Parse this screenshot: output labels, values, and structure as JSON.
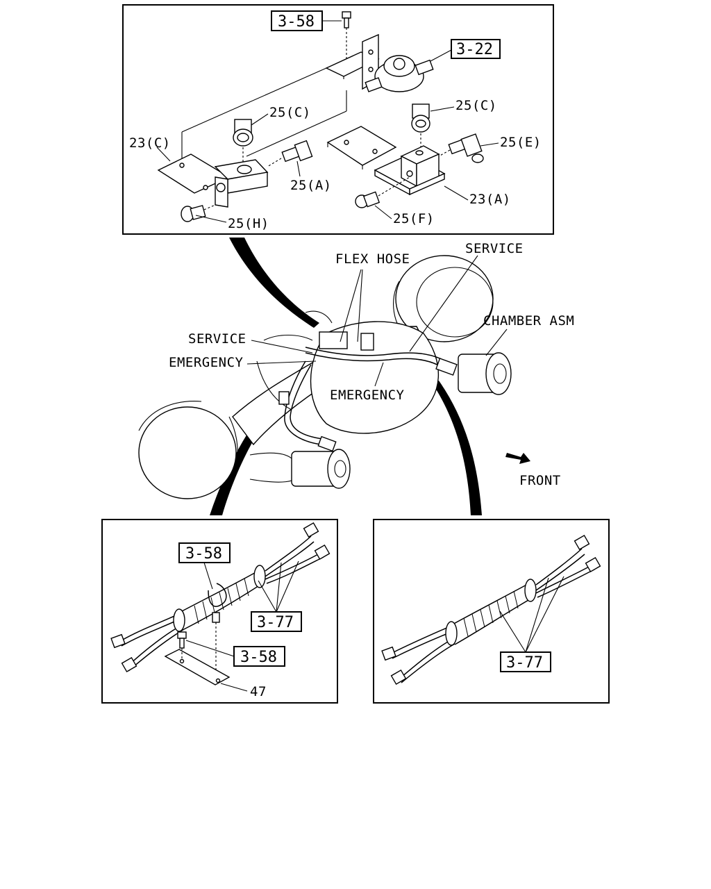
{
  "top_panel": {
    "ref_bolt": "3-58",
    "ref_bracket": "3-22",
    "label_25c_a": "25(C)",
    "label_25c_b": "25(C)",
    "label_23c": "23(C)",
    "label_25a": "25(A)",
    "label_25e": "25(E)",
    "label_23a": "23(A)",
    "label_25h": "25(H)",
    "label_25f": "25(F)"
  },
  "center": {
    "flex_hose": "FLEX HOSE",
    "service_top": "SERVICE",
    "chamber_asm": "CHAMBER ASM",
    "service_left": "SERVICE",
    "emergency_left": "EMERGENCY",
    "emergency_mid": "EMERGENCY",
    "front": "FRONT"
  },
  "bottom_left": {
    "ref_top": "3-58",
    "ref_hose": "3-77",
    "ref_bolt": "3-58",
    "label_47": "47"
  },
  "bottom_right": {
    "ref_hose": "3-77"
  }
}
